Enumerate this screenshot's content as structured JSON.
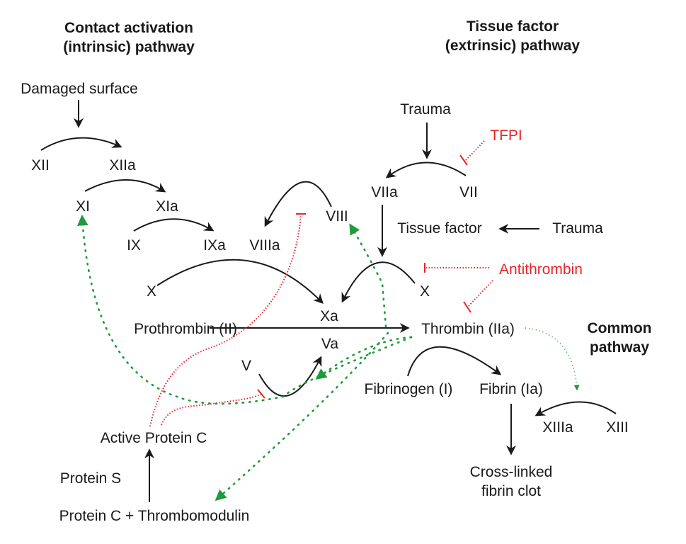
{
  "headings": {
    "intrinsic_line1": "Contact activation",
    "intrinsic_line2": "(intrinsic) pathway",
    "extrinsic_line1": "Tissue factor",
    "extrinsic_line2": "(extrinsic) pathway",
    "common_line1": "Common",
    "common_line2": "pathway"
  },
  "nodes": {
    "damaged_surface": "Damaged surface",
    "xii": "XII",
    "xiia": "XIIa",
    "xi": "XI",
    "xia": "XIa",
    "ix": "IX",
    "ixa": "IXa",
    "viiia": "VIIIa",
    "viii": "VIII",
    "x_left": "X",
    "xa": "Xa",
    "prothrombin": "Prothrombin (II)",
    "va": "Va",
    "v": "V",
    "active_protein_c": "Active Protein C",
    "protein_s": "Protein S",
    "protein_c_thrombomodulin": "Protein C + Thrombomodulin",
    "trauma_top": "Trauma",
    "tfpi": "TFPI",
    "viia": "VIIa",
    "vii": "VII",
    "tissue_factor": "Tissue factor",
    "trauma_right": "Trauma",
    "antithrombin": "Antithrombin",
    "x_right": "X",
    "thrombin": "Thrombin (IIa)",
    "fibrinogen": "Fibrinogen (I)",
    "fibrin": "Fibrin (Ia)",
    "xiiia": "XIIIa",
    "xiii": "XIII",
    "clot_line1": "Cross-linked",
    "clot_line2": "fibrin clot"
  },
  "colors": {
    "activation": "#1a1a1a",
    "inhibition": "#e8232a",
    "feedback": "#1f9a3d"
  }
}
